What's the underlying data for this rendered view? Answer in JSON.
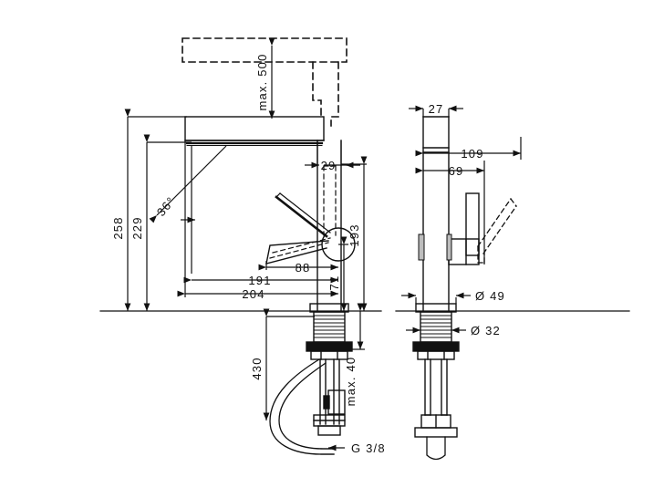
{
  "drawing": {
    "title": "Single lever basin mixer with pull-out spout - dimensional drawing",
    "type": "technical-line-drawing",
    "units": "mm",
    "background_color": "#ffffff",
    "line_color": "#111111",
    "views": [
      {
        "name": "front-elevation",
        "position": "left"
      },
      {
        "name": "side-elevation",
        "position": "right"
      }
    ]
  },
  "dimensions": {
    "max_height_above_spout": "max. 500",
    "overall_height": "258",
    "spout_top_height": "229",
    "angle_swivel": "36°",
    "spout_outlet_offset": "29",
    "spout_height": "193",
    "lever_height": "71",
    "lever_reach": "88",
    "projection_inner": "191",
    "projection_outer": "204",
    "hose_length": "430",
    "max_deck_thickness": "max. 40",
    "supply_thread": "G 3/8",
    "side_body_width": "27",
    "side_reach_outer": "109",
    "side_reach_inner": "69",
    "base_diameter": "Ø 49",
    "shank_diameter": "Ø 32"
  },
  "labels": [
    {
      "id": "max500",
      "text": "max. 500",
      "orientation": "vertical"
    },
    {
      "id": "d258",
      "text": "258",
      "orientation": "vertical"
    },
    {
      "id": "d229",
      "text": "229",
      "orientation": "vertical"
    },
    {
      "id": "a36",
      "text": "36°",
      "orientation": "rotated"
    },
    {
      "id": "d29",
      "text": "29",
      "orientation": "horizontal"
    },
    {
      "id": "d193",
      "text": "193",
      "orientation": "vertical"
    },
    {
      "id": "d71",
      "text": "71",
      "orientation": "vertical"
    },
    {
      "id": "d88",
      "text": "88",
      "orientation": "horizontal"
    },
    {
      "id": "d191",
      "text": "191",
      "orientation": "horizontal"
    },
    {
      "id": "d204",
      "text": "204",
      "orientation": "horizontal"
    },
    {
      "id": "d430",
      "text": "430",
      "orientation": "vertical"
    },
    {
      "id": "max40",
      "text": "max. 40",
      "orientation": "vertical"
    },
    {
      "id": "g38",
      "text": "G 3/8",
      "orientation": "horizontal"
    },
    {
      "id": "d27",
      "text": "27",
      "orientation": "horizontal"
    },
    {
      "id": "d109",
      "text": "109",
      "orientation": "horizontal"
    },
    {
      "id": "d69",
      "text": "69",
      "orientation": "horizontal"
    },
    {
      "id": "dia49",
      "text": "Ø 49",
      "orientation": "horizontal"
    },
    {
      "id": "dia32",
      "text": "Ø 32",
      "orientation": "horizontal"
    }
  ]
}
